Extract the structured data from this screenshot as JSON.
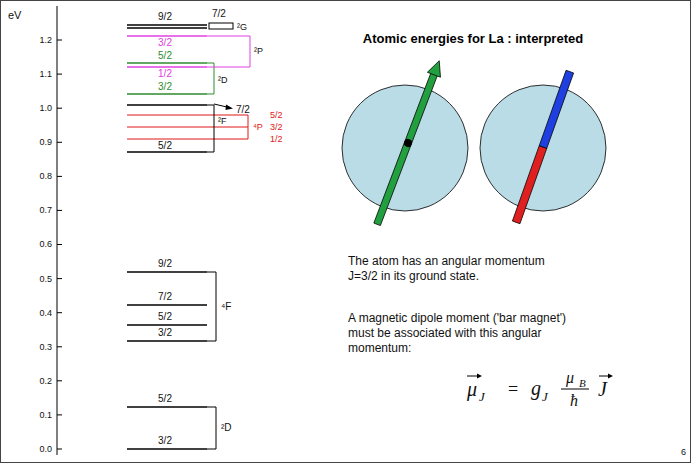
{
  "diagram": {
    "title": "Atomic energies for La : interpreted",
    "labels": [
      "eV",
      "1.2",
      "1.1",
      "1.0",
      "0.9",
      "0.8",
      "0.7",
      "0.6",
      "0.5",
      "0.4",
      "0.3",
      "0.2",
      "0.1",
      "0.0",
      "3/2",
      "5/2",
      "²D",
      "3/2",
      "5/2",
      "7/2",
      "9/2",
      "⁴F",
      "5/2",
      "7/2",
      "²F",
      "5/2",
      "3/2",
      "1/2",
      "⁴P",
      "3/2",
      "5/2",
      "²D",
      "1/2",
      "3/2",
      "²P",
      "9/2",
      "7/2",
      "²G",
      "The atom has an angular momentum J=3/2 in its ground state.",
      "A magnetic dipole moment ('bar magnet') must be associated with this angular momentum:",
      "μ",
      "J",
      "=",
      "g",
      "J",
      "μ",
      "B",
      "ħ",
      "J",
      "6"
    ]
  }
}
